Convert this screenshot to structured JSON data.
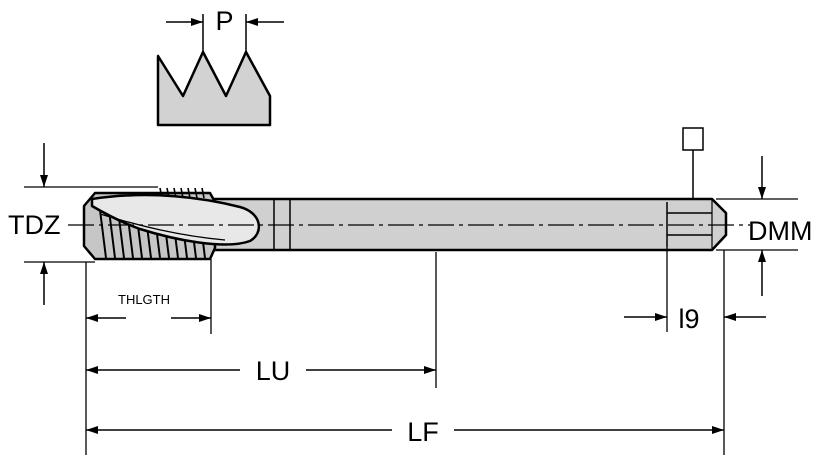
{
  "labels": {
    "pitch": "P",
    "thread_diameter": "TDZ",
    "thread_length": "THLGTH",
    "shank_diameter": "DMM",
    "square_length": "l9",
    "usable_length": "LU",
    "overall_length": "LF"
  }
}
